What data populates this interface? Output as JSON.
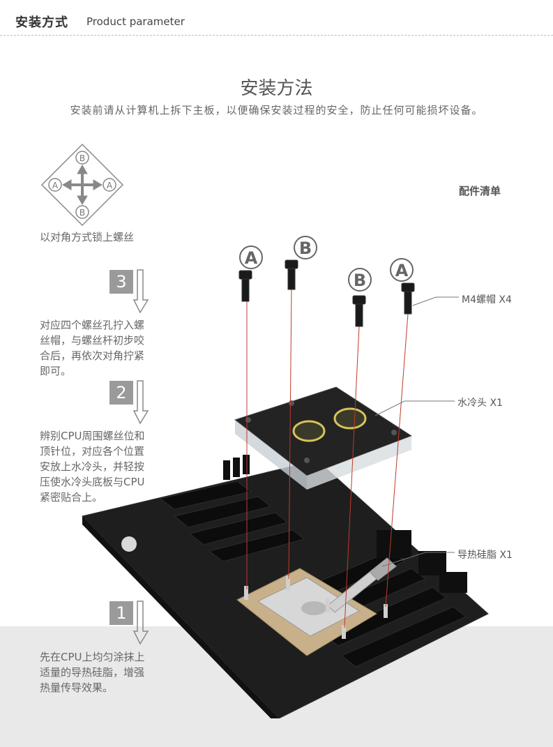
{
  "header": {
    "title_cn": "安装方式",
    "title_en": "Product parameter"
  },
  "main": {
    "title": "安装方法",
    "subtitle": "安装前请从计算机上拆下主板，以便确保安装过程的安全，防止任何可能损坏设备。"
  },
  "diagram": {
    "top": "B",
    "bottom": "B",
    "left": "A",
    "right": "A",
    "caption": "以对角方式锁上螺丝"
  },
  "parts": {
    "title": "配件清单",
    "items": [
      "M4螺帽 X4",
      "水冷头 X1",
      "导热硅脂 X1"
    ]
  },
  "screw_markers": [
    "A",
    "B",
    "B",
    "A"
  ],
  "steps": [
    {
      "num": "3",
      "lines": [
        "对应四个螺丝孔拧入螺",
        "丝帽，与螺丝杆初步咬",
        "合后，再依次对角拧紧",
        "即可。"
      ]
    },
    {
      "num": "2",
      "lines": [
        "辨别CPU周围螺丝位和",
        "顶针位，对应各个位置",
        "安放上水冷头，并轻按",
        "压使水冷头底板与CPU",
        "紧密贴合上。"
      ]
    },
    {
      "num": "1",
      "lines": [
        "先在CPU上均匀涂抹上",
        "适量的导热硅脂，增强",
        "热量传导效果。"
      ]
    }
  ]
}
